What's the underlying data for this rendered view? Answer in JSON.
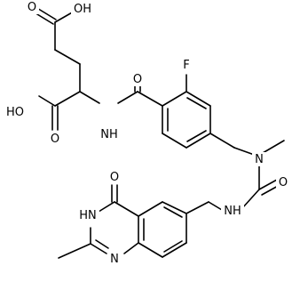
{
  "molecule": {
    "atoms": [
      {
        "id": "o_top_carbonyl",
        "label": "O"
      },
      {
        "id": "oh_top",
        "label": "OH"
      },
      {
        "id": "ho_left",
        "label": "HO"
      },
      {
        "id": "o_left_carbonyl",
        "label": "O"
      },
      {
        "id": "nh_amide",
        "label": "NH"
      },
      {
        "id": "o_benzoyl",
        "label": "O"
      },
      {
        "id": "f",
        "label": "F"
      },
      {
        "id": "n_methyl",
        "label": "N"
      },
      {
        "id": "o_urea",
        "label": "O"
      },
      {
        "id": "nh_urea",
        "label": "NH"
      },
      {
        "id": "o_quinaz",
        "label": "O"
      },
      {
        "id": "hn_ring",
        "label": "HN"
      },
      {
        "id": "n_ring",
        "label": "N"
      }
    ]
  }
}
